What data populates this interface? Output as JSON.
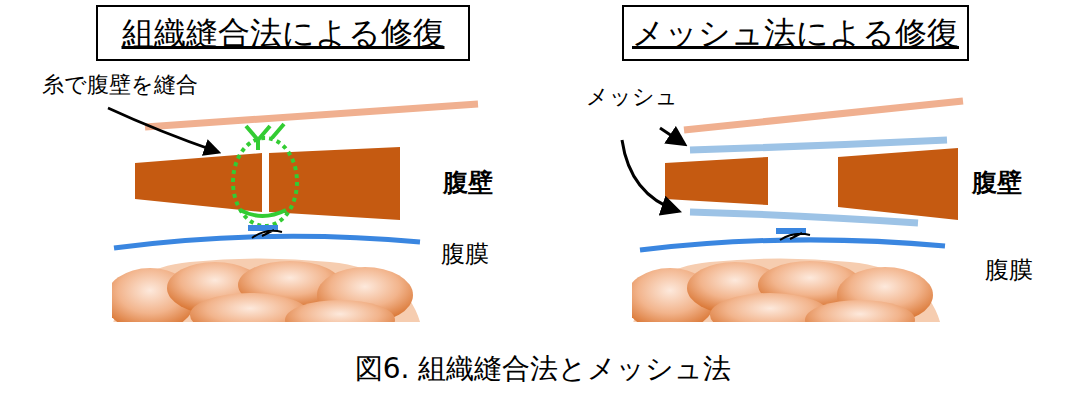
{
  "diagram": {
    "caption": "図6. 組織縫合法とメッシュ法",
    "nodes": [
      {
        "text": [
          "組織縫合法による修復"
        ]
      },
      {
        "text": [
          "メッシュ法による修復"
        ]
      }
    ],
    "labels": [
      "糸で腹壁を縫合",
      "メッシュ",
      "腹壁",
      "腹壁",
      "腹膜",
      "腹膜"
    ]
  }
}
